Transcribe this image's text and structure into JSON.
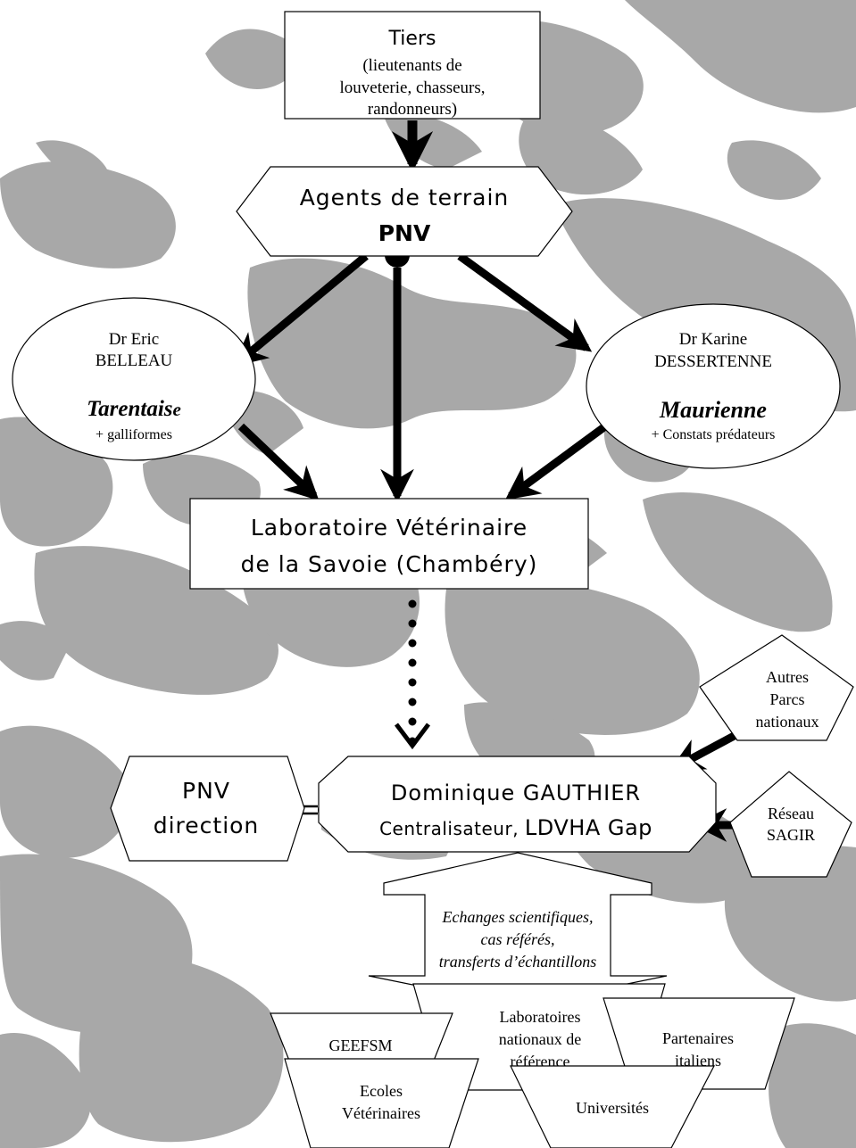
{
  "colors": {
    "background": "#ffffff",
    "map_relief": "#a8a8a8",
    "stroke": "#000000",
    "box_fill": "#ffffff"
  },
  "nodes": {
    "tiers": {
      "title": "Tiers",
      "line1": "(lieutenants de",
      "line2": "louveterie, chasseurs,",
      "line3": "randonneurs)"
    },
    "agents": {
      "line1": "Agents de terrain",
      "line2": "PNV"
    },
    "belleau": {
      "line1": "Dr Eric",
      "line2": "BELLEAU",
      "region_main": "Tarentais",
      "region_tail": "e",
      "extra": "+ galliformes"
    },
    "dessertenne": {
      "line1": "Dr Karine",
      "line2": "DESSERTENNE",
      "region": "Maurienne",
      "extra": "+ Constats prédateurs"
    },
    "labo_savoie": {
      "line1": "Laboratoire Vétérinaire",
      "line2": "de la Savoie (Chambéry)"
    },
    "autres_parcs": {
      "line1": "Autres",
      "line2": "Parcs",
      "line3": "nationaux"
    },
    "pnv_direction": {
      "line1": "PNV",
      "line2": "direction"
    },
    "gauthier": {
      "line1": "Dominique GAUTHIER",
      "line2a": "Centralisateur, ",
      "line2b": "LDVHA Gap"
    },
    "sagir": {
      "line1": "Réseau",
      "line2": "SAGIR"
    },
    "echanges": {
      "line1": "Echanges scientifiques,",
      "line2": "cas référés,",
      "line3": "transferts d’échantillons"
    },
    "labo_nationaux": {
      "line1": "Laboratoires",
      "line2": "nationaux de",
      "line3": "référence"
    },
    "partenaires": {
      "line1": "Partenaires",
      "line2": "italiens"
    },
    "geefsm": {
      "label": "GEEFSM"
    },
    "ecoles": {
      "line1": "Ecoles",
      "line2": "Vétérinaires"
    },
    "universites": {
      "label": "Universités"
    }
  }
}
